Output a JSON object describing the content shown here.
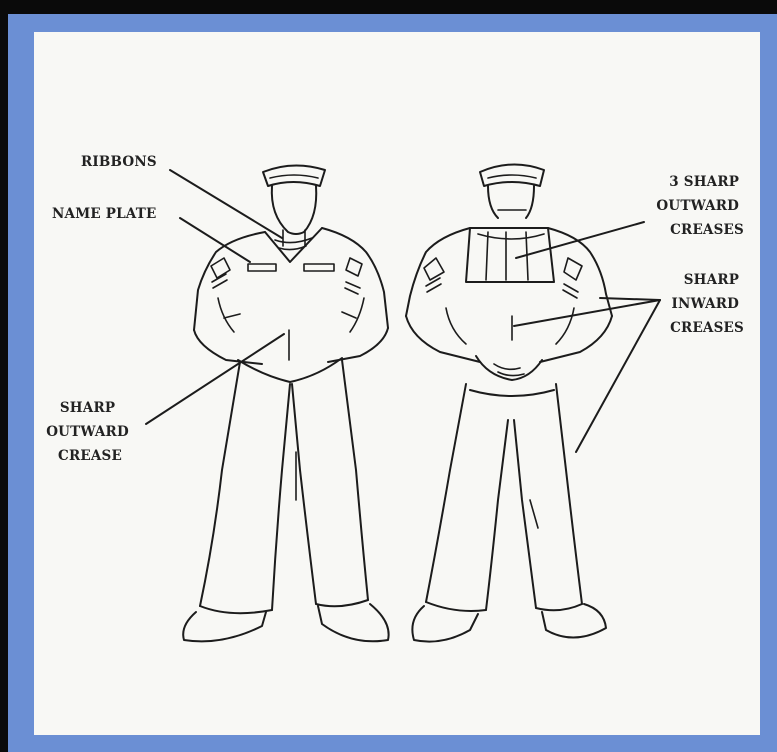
{
  "colors": {
    "outer_frame": "#0a0a0a",
    "border": "#6b8fd4",
    "paper": "#f8f8f5",
    "ink": "#1c1c1c"
  },
  "labels": {
    "ribbons": "RIBBONS",
    "name_plate": "NAME PLATE",
    "sharp_outward_crease": [
      "SHARP",
      "OUTWARD",
      "CREASE"
    ],
    "three_sharp_outward_creases": [
      "3 SHARP",
      "OUTWARD",
      "CREASES"
    ],
    "sharp_inward_creases": [
      "SHARP",
      "INWARD",
      "CREASES"
    ]
  }
}
